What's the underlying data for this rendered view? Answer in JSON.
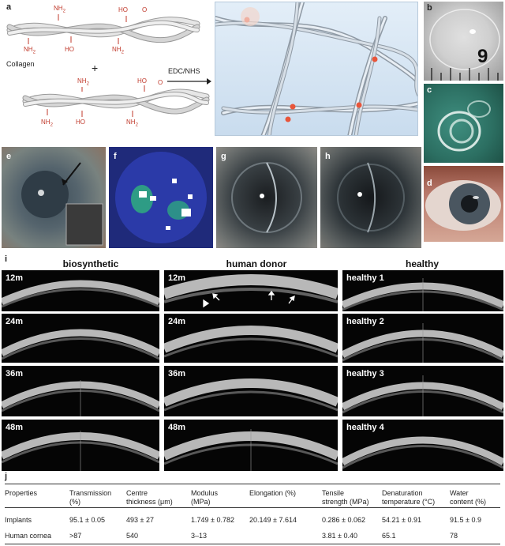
{
  "panel_labels": {
    "a": "a",
    "b": "b",
    "c": "c",
    "d": "d",
    "e": "e",
    "f": "f",
    "g": "g",
    "h": "h",
    "i": "i",
    "j": "j"
  },
  "panel_a": {
    "collagen_label": "Collagen",
    "plus": "+",
    "reaction_label": "EDC/NHS",
    "amine": "NH",
    "amine_sub": "2",
    "carboxyl": "HO",
    "carbonyl_o": "O",
    "colors": {
      "fiber": "#d9d9d9",
      "fiber_edge": "#9a9a9a",
      "chem": "#c0392b",
      "bg": "#d6e6f4",
      "crosslink": "#e8553a"
    }
  },
  "panel_b": {
    "ruler_number": "9"
  },
  "oct": {
    "column_headers": [
      "biosynthetic",
      "human donor",
      "healthy"
    ],
    "rows": [
      [
        "12m",
        "12m",
        "healthy 1"
      ],
      [
        "24m",
        "24m",
        "healthy 2"
      ],
      [
        "36m",
        "36m",
        "healthy 3"
      ],
      [
        "48m",
        "48m",
        "healthy 4"
      ]
    ]
  },
  "table": {
    "headers": [
      [
        "Properties",
        ""
      ],
      [
        "Transmission",
        "(%)"
      ],
      [
        "Centre",
        "thickness (μm)"
      ],
      [
        "Modulus",
        "(MPa)"
      ],
      [
        "Elongation (%)",
        ""
      ],
      [
        "Tensile",
        "strength (MPa)"
      ],
      [
        "Denaturation",
        "temperature (°C)"
      ],
      [
        "Water",
        "content (%)"
      ]
    ],
    "rows": [
      [
        "Implants",
        "95.1 ± 0.05",
        "493 ± 27",
        "1.749 ± 0.782",
        "20.149 ± 7.614",
        "0.286 ± 0.062",
        "54.21 ± 0.91",
        "91.5 ± 0.9"
      ],
      [
        "Human cornea",
        ">87",
        "540",
        "3–13",
        "",
        "3.81 ± 0.40",
        "65.1",
        "78"
      ]
    ]
  }
}
